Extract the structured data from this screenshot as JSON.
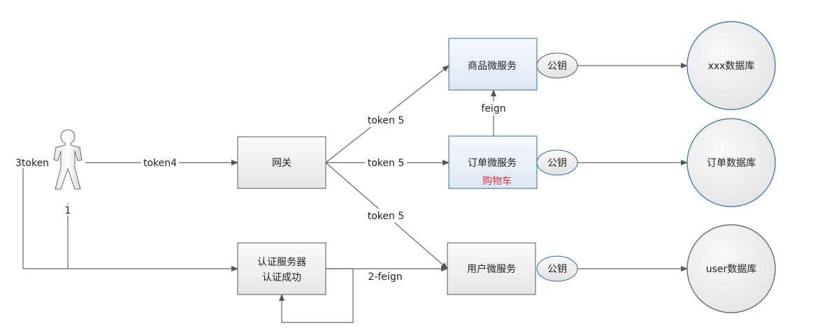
{
  "nodes": {
    "gateway": "网关",
    "auth_line1": "认证服务器",
    "auth_line2": "认证成功",
    "product_service": "商品微服务",
    "order_service": "订单微服务",
    "order_note": "购物车",
    "user_service": "用户微服务",
    "public_key": "公钥",
    "db_xxx": "xxx数据库",
    "db_order": "订单数据库",
    "db_user": "user数据库"
  },
  "edges": {
    "user_to_gateway": "token4",
    "auth_return": "3token",
    "user_to_auth": "1",
    "gateway_to_product": "token 5",
    "gateway_to_order": "token 5",
    "gateway_to_user": "token 5",
    "order_to_product": "feign",
    "auth_to_user_service": "2-feign"
  },
  "colors": {
    "accent_blue": "#2e6da4",
    "note_red": "#e0343c",
    "line_gray": "#666666"
  }
}
